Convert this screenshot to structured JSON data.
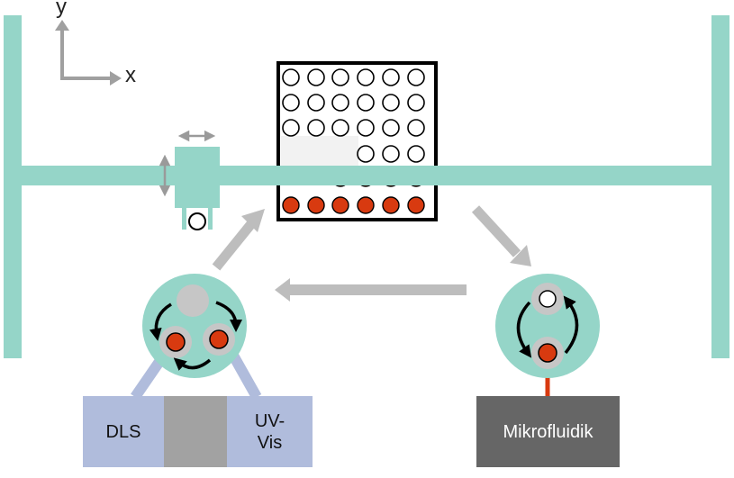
{
  "axes": {
    "x_label": "x",
    "y_label": "y"
  },
  "instruments": {
    "dls_label": "DLS",
    "uvvis_label": "UV-\nVis",
    "microfluidics_label": "Mikrofluidik"
  },
  "well_plate": {
    "empty_rows": [
      6,
      6,
      6,
      3
    ],
    "filled_row_count": 6
  },
  "colors": {
    "rail": "#95d5c8",
    "sample_red": "#d83a10",
    "arrow_gray": "#bdbdbd",
    "holder_gray": "#c6c6c6",
    "blue_box": "#b0bcdc",
    "dark_box": "#666666",
    "mid_box": "#a2a2a2",
    "outline": "#000000"
  }
}
